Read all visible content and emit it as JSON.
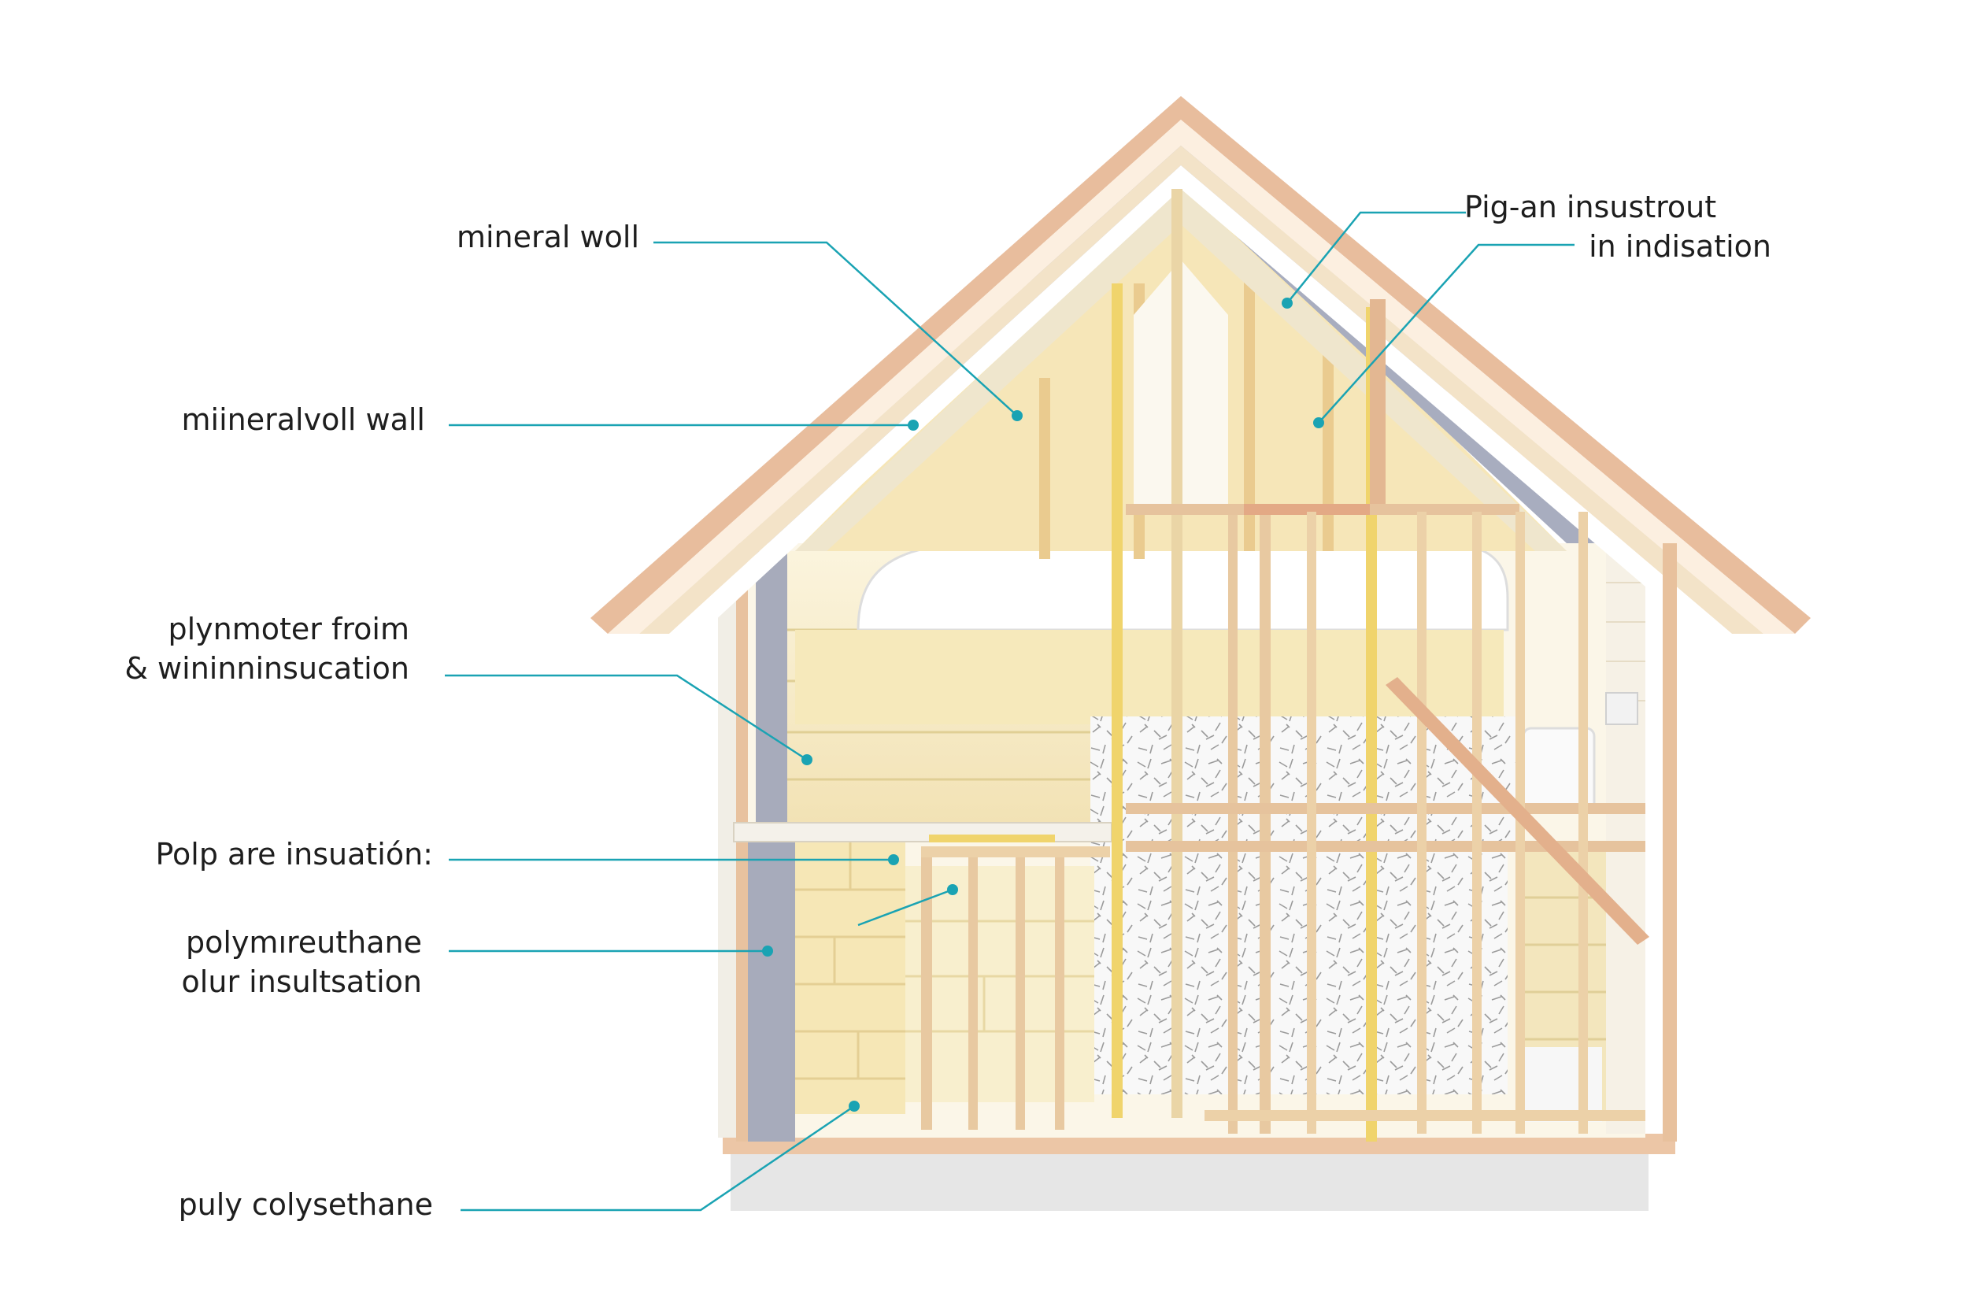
{
  "colors": {
    "leader_line": "#1aa3b3",
    "roof_edge": "#e6b496",
    "timber": "#e9c9a0",
    "stud_yellow": "#f1d36a",
    "insulation_yellow": "#f7ecc4",
    "mineral_wool_grey": "#9ea3b4",
    "loose_fill": "#f7f7f7",
    "floor_slab": "#e2e2e2"
  },
  "labels": {
    "mineral_wool": "mineral woll",
    "mineralvoll_wall": "miineralvoll wall",
    "plynmoter_line1": "plynmoter froim",
    "plynmoter_line2": "& wininninsucation",
    "polp": "Polp are insuatión:",
    "polymireuthane_line1": "polymıreuthane",
    "polymireuthane_line2": "olur insultsation",
    "puly": "puly colysethane",
    "pig_an_line1": "Pig-an insustrout",
    "pig_an_line2": "in indisation"
  },
  "icons": {
    "leader_dot": "callout-dot-icon",
    "loose_fill_pattern": "cellulose-fiber-texture"
  }
}
